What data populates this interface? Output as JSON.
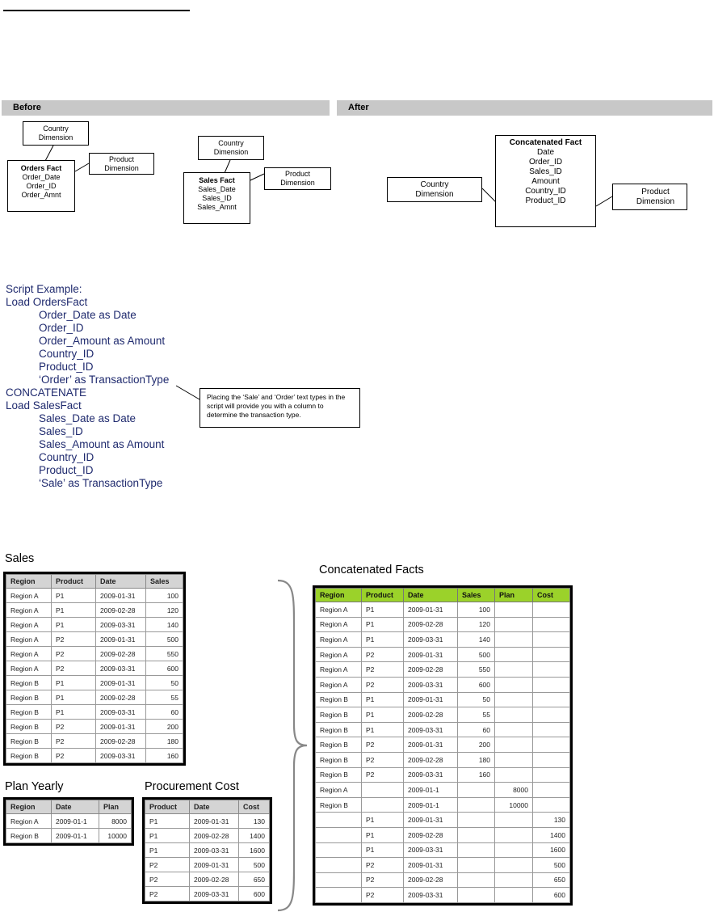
{
  "diagram": {
    "before_label": "Before",
    "after_label": "After",
    "before_left": {
      "country": [
        "Country",
        "Dimension"
      ],
      "orders_fact": {
        "title": "Orders Fact",
        "fields": [
          "Order_Date",
          "Order_ID",
          "Order_Amnt"
        ]
      },
      "product": [
        "Product",
        "Dimension"
      ]
    },
    "before_right": {
      "country": [
        "Country",
        "Dimension"
      ],
      "sales_fact": {
        "title": "Sales Fact",
        "fields": [
          "Sales_Date",
          "Sales_ID",
          "Sales_Amnt"
        ]
      },
      "product": [
        "Product",
        "Dimension"
      ]
    },
    "after": {
      "country": [
        "Country",
        "Dimension"
      ],
      "concat_fact": {
        "title": "Concatenated Fact",
        "fields": [
          "Date",
          "Order_ID",
          "Sales_ID",
          "Amount",
          "Country_ID",
          "Product_ID"
        ]
      },
      "product": [
        "Product",
        "Dimension"
      ]
    }
  },
  "script": {
    "lines": [
      {
        "text": "Script Example:",
        "indent": false
      },
      {
        "text": "Load OrdersFact",
        "indent": false
      },
      {
        "text": "Order_Date as Date",
        "indent": true
      },
      {
        "text": "Order_ID",
        "indent": true
      },
      {
        "text": "Order_Amount as Amount",
        "indent": true
      },
      {
        "text": "Country_ID",
        "indent": true
      },
      {
        "text": "Product_ID",
        "indent": true
      },
      {
        "text": "‘Order’ as TransactionType",
        "indent": true
      },
      {
        "text": "CONCATENATE",
        "indent": false
      },
      {
        "text": "Load SalesFact",
        "indent": false
      },
      {
        "text": "Sales_Date as Date",
        "indent": true
      },
      {
        "text": "Sales_ID",
        "indent": true
      },
      {
        "text": "Sales_Amount as Amount",
        "indent": true
      },
      {
        "text": "Country_ID",
        "indent": true
      },
      {
        "text": "Product_ID",
        "indent": true
      },
      {
        "text": "‘Sale’ as TransactionType",
        "indent": true
      }
    ],
    "callout": "Placing the ‘Sale’ and ‘Order’ text types in the script will provide you with a column to determine the transaction type."
  },
  "tables": {
    "sales": {
      "title": "Sales",
      "headers": [
        "Region",
        "Product",
        "Date",
        "Sales"
      ],
      "rows": [
        [
          "Region A",
          "P1",
          "2009-01-31",
          "100"
        ],
        [
          "Region A",
          "P1",
          "2009-02-28",
          "120"
        ],
        [
          "Region A",
          "P1",
          "2009-03-31",
          "140"
        ],
        [
          "Region A",
          "P2",
          "2009-01-31",
          "500"
        ],
        [
          "Region A",
          "P2",
          "2009-02-28",
          "550"
        ],
        [
          "Region A",
          "P2",
          "2009-03-31",
          "600"
        ],
        [
          "Region B",
          "P1",
          "2009-01-31",
          "50"
        ],
        [
          "Region B",
          "P1",
          "2009-02-28",
          "55"
        ],
        [
          "Region B",
          "P1",
          "2009-03-31",
          "60"
        ],
        [
          "Region B",
          "P2",
          "2009-01-31",
          "200"
        ],
        [
          "Region B",
          "P2",
          "2009-02-28",
          "180"
        ],
        [
          "Region B",
          "P2",
          "2009-03-31",
          "160"
        ]
      ]
    },
    "plan": {
      "title": "Plan Yearly",
      "headers": [
        "Region",
        "Date",
        "Plan"
      ],
      "rows": [
        [
          "Region A",
          "2009-01-1",
          "8000"
        ],
        [
          "Region B",
          "2009-01-1",
          "10000"
        ]
      ]
    },
    "procurement": {
      "title": "Procurement Cost",
      "headers": [
        "Product",
        "Date",
        "Cost"
      ],
      "rows": [
        [
          "P1",
          "2009-01-31",
          "130"
        ],
        [
          "P1",
          "2009-02-28",
          "1400"
        ],
        [
          "P1",
          "2009-03-31",
          "1600"
        ],
        [
          "P2",
          "2009-01-31",
          "500"
        ],
        [
          "P2",
          "2009-02-28",
          "650"
        ],
        [
          "P2",
          "2009-03-31",
          "600"
        ]
      ]
    },
    "concatenated": {
      "title": "Concatenated Facts",
      "headers": [
        "Region",
        "Product",
        "Date",
        "Sales",
        "Plan",
        "Cost"
      ],
      "rows": [
        [
          "Region A",
          "P1",
          "2009-01-31",
          "100",
          "",
          ""
        ],
        [
          "Region A",
          "P1",
          "2009-02-28",
          "120",
          "",
          ""
        ],
        [
          "Region A",
          "P1",
          "2009-03-31",
          "140",
          "",
          ""
        ],
        [
          "Region A",
          "P2",
          "2009-01-31",
          "500",
          "",
          ""
        ],
        [
          "Region A",
          "P2",
          "2009-02-28",
          "550",
          "",
          ""
        ],
        [
          "Region A",
          "P2",
          "2009-03-31",
          "600",
          "",
          ""
        ],
        [
          "Region B",
          "P1",
          "2009-01-31",
          "50",
          "",
          ""
        ],
        [
          "Region B",
          "P1",
          "2009-02-28",
          "55",
          "",
          ""
        ],
        [
          "Region B",
          "P1",
          "2009-03-31",
          "60",
          "",
          ""
        ],
        [
          "Region B",
          "P2",
          "2009-01-31",
          "200",
          "",
          ""
        ],
        [
          "Region B",
          "P2",
          "2009-02-28",
          "180",
          "",
          ""
        ],
        [
          "Region B",
          "P2",
          "2009-03-31",
          "160",
          "",
          ""
        ],
        [
          "Region A",
          "",
          "2009-01-1",
          "",
          "8000",
          ""
        ],
        [
          "Region B",
          "",
          "2009-01-1",
          "",
          "10000",
          ""
        ],
        [
          "",
          "P1",
          "2009-01-31",
          "",
          "",
          "130"
        ],
        [
          "",
          "P1",
          "2009-02-28",
          "",
          "",
          "1400"
        ],
        [
          "",
          "P1",
          "2009-03-31",
          "",
          "",
          "1600"
        ],
        [
          "",
          "P2",
          "2009-01-31",
          "",
          "",
          "500"
        ],
        [
          "",
          "P2",
          "2009-02-28",
          "",
          "",
          "650"
        ],
        [
          "",
          "P2",
          "2009-03-31",
          "",
          "",
          "600"
        ]
      ]
    }
  }
}
